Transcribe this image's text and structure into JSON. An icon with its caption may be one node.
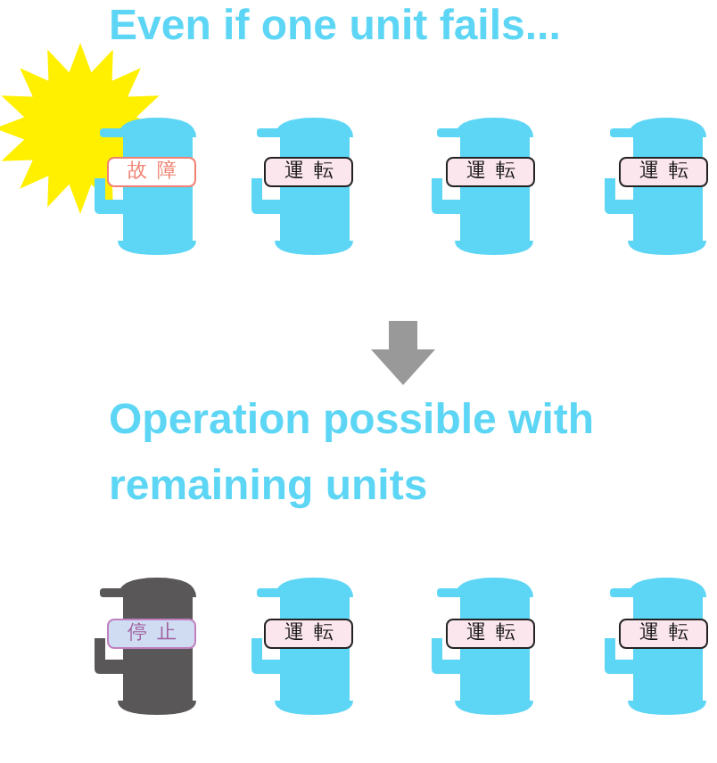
{
  "diagram": {
    "nodes": [
      {
        "text": [
          "故障"
        ]
      },
      {
        "text": [
          "運転"
        ]
      },
      {
        "text": [
          "運転"
        ]
      },
      {
        "text": [
          "運転"
        ]
      },
      {
        "text": [
          "停止"
        ]
      },
      {
        "text": [
          "運転"
        ]
      },
      {
        "text": [
          "運転"
        ]
      },
      {
        "text": [
          "運転"
        ]
      }
    ],
    "labels": [
      "Even if one unit fails...",
      "Operation possible with remaining units"
    ]
  }
}
